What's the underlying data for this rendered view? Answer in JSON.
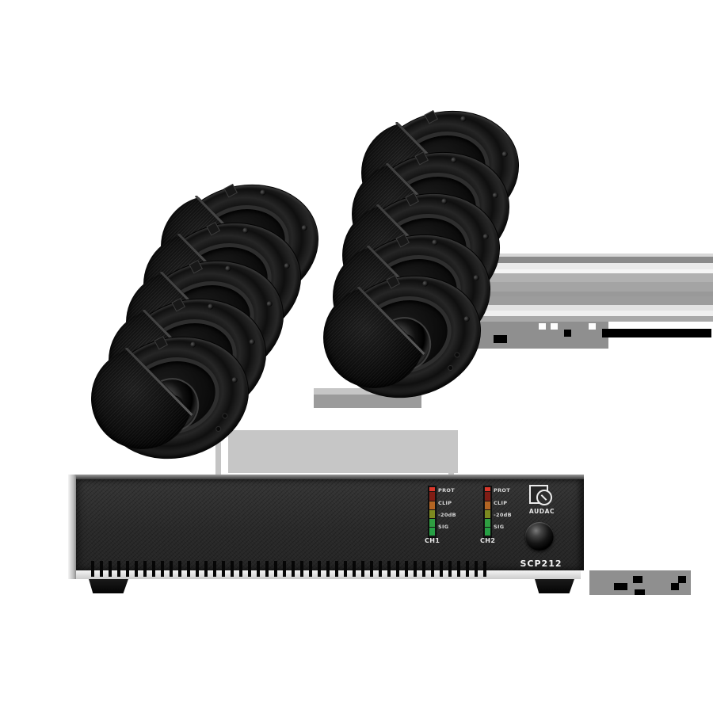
{
  "image": {
    "background": "#ffffff",
    "subject": "speaker and amplifier bundle product image"
  },
  "amplifier": {
    "brand": "AUDAC",
    "model": "SCP212",
    "led_labels": [
      "PROT",
      "CLIP",
      "-20dB",
      "SIG"
    ],
    "channels": [
      "CH1",
      "CH2"
    ],
    "led_colors": [
      "#d9382b",
      "#801d15",
      "#b46523",
      "#7d8a20",
      "#2f9e41",
      "#27a045"
    ],
    "led_segment_heights": [
      5,
      11,
      10,
      10,
      10,
      10
    ],
    "panel_color": "#2d2d2d",
    "trim_color": "#e2e2e2"
  },
  "speakers": {
    "type": "ceiling speaker",
    "stack_left_count": 5,
    "stack_right_count": 5,
    "color": "#141414"
  },
  "annotations": {
    "legibility": "pixelated, illegible",
    "grey": "#8f8f8f",
    "light_grey": "#c6c6c6",
    "black": "#000000"
  }
}
